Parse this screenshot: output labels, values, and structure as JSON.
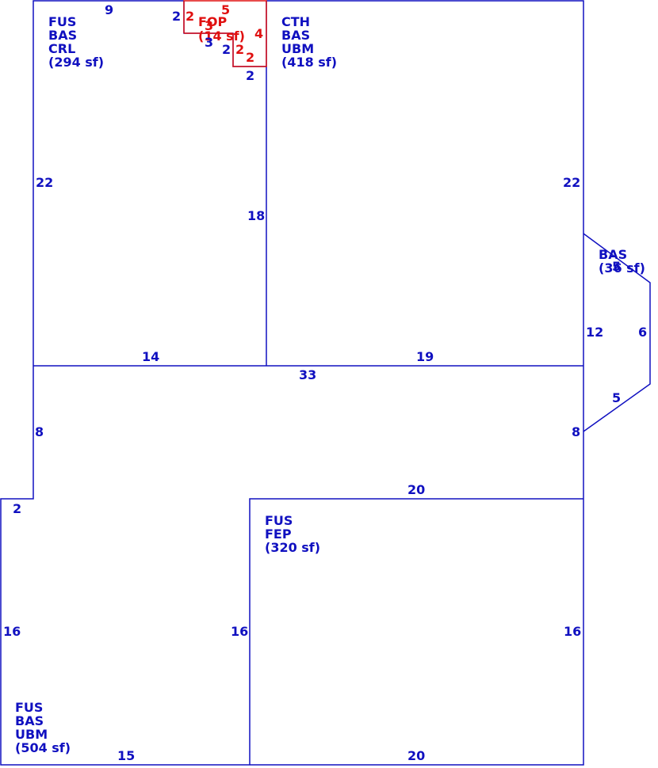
{
  "areas": {
    "top_left": {
      "lines": [
        "FUS",
        "BAS",
        "CRL",
        "(294 sf)"
      ]
    },
    "top_right": {
      "lines": [
        "CTH",
        "BAS",
        "UBM",
        "(418 sf)"
      ]
    },
    "porch": {
      "lines": [
        "FOP",
        "(14 sf)"
      ]
    },
    "bay": {
      "lines": [
        "BAS",
        "(36 sf)"
      ]
    },
    "lower_right": {
      "lines": [
        "FUS",
        "FEP",
        "(320 sf)"
      ]
    },
    "lower_left": {
      "lines": [
        "FUS",
        "BAS",
        "UBM",
        "(504 sf)"
      ]
    }
  },
  "dimensions": {
    "top_9": "9",
    "top_left_2": "2",
    "left_22": "22",
    "mid_18": "18",
    "right_22": "22",
    "bottom_14": "14",
    "bottom_19": "19",
    "mid_33": "33",
    "left_8": "8",
    "right_8": "8",
    "bay_12": "12",
    "bay_6": "6",
    "bay_5": "5",
    "bay_5_top": "5",
    "ledge_2": "2",
    "fep_top_20": "20",
    "left_16": "16",
    "mid_16": "16",
    "right_16": "16",
    "bottom_15": "15",
    "bottom_20": "20",
    "porch_3": "3",
    "porch_2_left": "2",
    "porch_2_bottom": "2"
  },
  "porch_dimensions": {
    "p5": "5",
    "p2a": "2",
    "p4": "4",
    "p2b": "2",
    "p2c": "2",
    "p3": "3"
  },
  "colors": {
    "blue": "#1010c0",
    "red": "#e01010"
  }
}
